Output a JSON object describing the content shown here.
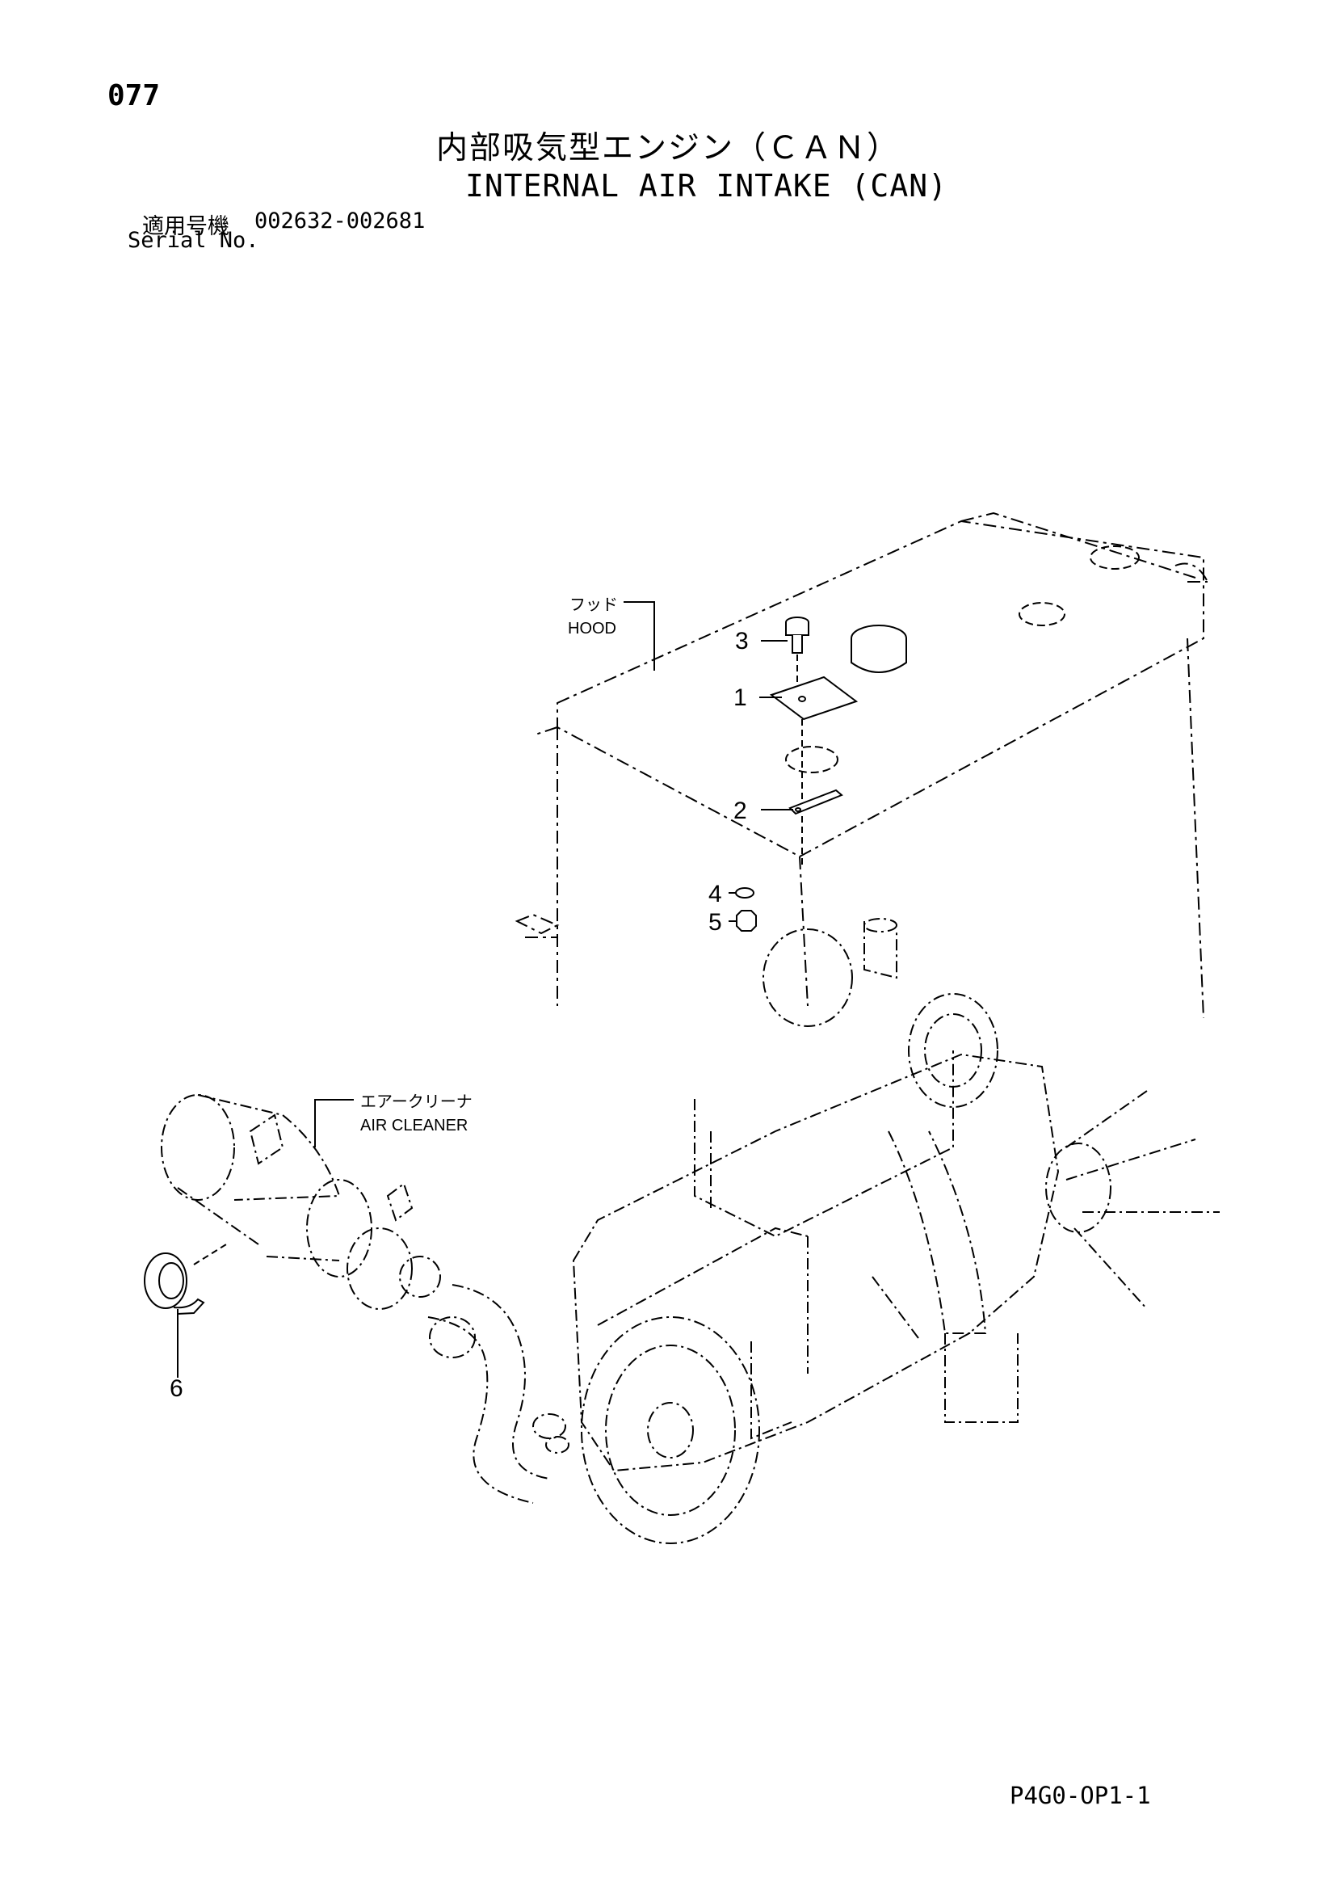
{
  "header": {
    "page_number": "077",
    "title_jp": "内部吸気型エンジン（ＣＡＮ）",
    "title_en": "INTERNAL AIR INTAKE (CAN)",
    "serial_label_jp": "適用号機",
    "serial_range": "002632-002681",
    "serial_label_en": "Serial No."
  },
  "labels": {
    "hood_jp": "フッド",
    "hood_en": "HOOD",
    "air_cleaner_jp": "エアークリーナ",
    "air_cleaner_en": "AIR CLEANER"
  },
  "callouts": [
    "1",
    "2",
    "3",
    "4",
    "5",
    "6"
  ],
  "footer": {
    "page_code": "P4G0-OP1-1"
  }
}
